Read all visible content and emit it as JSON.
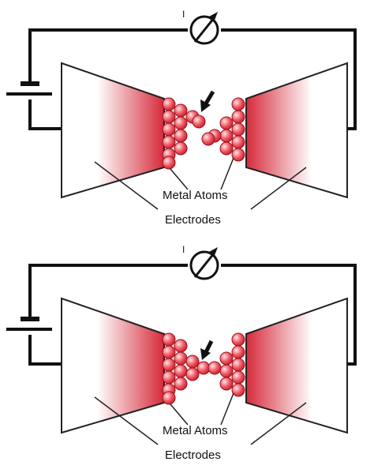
{
  "panels": [
    {
      "id": "top",
      "current_symbol": "I",
      "metal_atoms_label": "Metal Atoms",
      "electrodes_label": "Electrodes"
    },
    {
      "id": "bottom",
      "current_symbol": "I",
      "metal_atoms_label": "Metal Atoms",
      "electrodes_label": "Electrodes"
    }
  ],
  "colors": {
    "electrode_red": "#d62a3a",
    "atom_fill": "#ef5b66",
    "wire": "#111111"
  }
}
